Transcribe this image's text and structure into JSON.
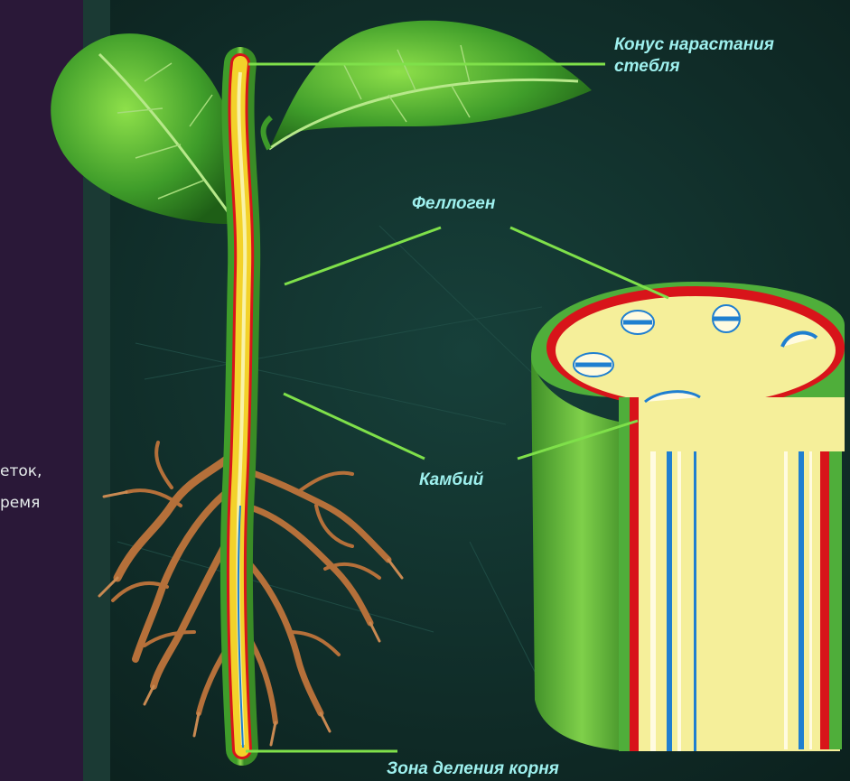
{
  "labels": {
    "cone_line1": "Конус нарастания",
    "cone_line2": "стебля",
    "phellogen": "Феллоген",
    "cambium": "Камбий",
    "root_zone": "Зона деления корня"
  },
  "side_text": {
    "line1": "еток,",
    "line2": "ремя"
  },
  "colors": {
    "background": "#0f2a26",
    "side_panel": "#2a1838",
    "label_text": "#9ef0ee",
    "leader_line": "#7fe04a",
    "bark_green": "#4fae3a",
    "phellogen_red": "#d8141a",
    "core_yellow": "#f5ef9a",
    "vascular_blue": "#1f7fd0",
    "root_brown": "#b5703a"
  }
}
